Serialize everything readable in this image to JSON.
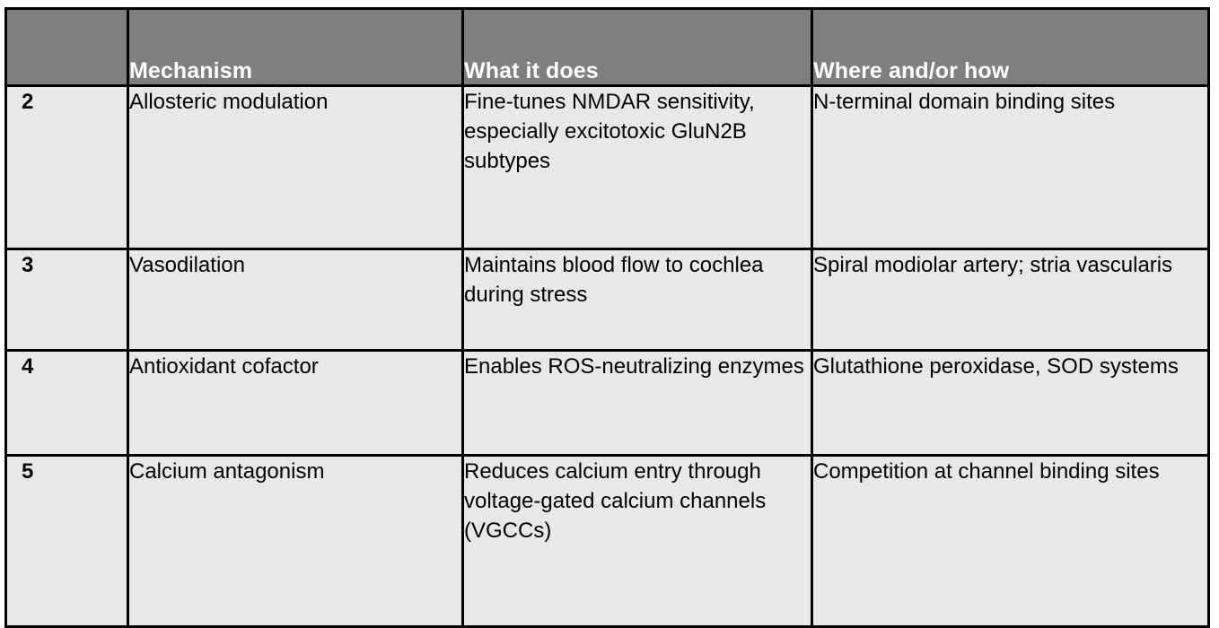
{
  "table": {
    "headers": {
      "num": "",
      "mechanism": "Mechanism",
      "what_it_does": "What it does",
      "where_and_or_how": "Where and/or how"
    },
    "rows": [
      {
        "num": "2",
        "mechanism": "Allosteric modulation",
        "what_it_does": "Fine-tunes NMDAR sensitivity, especially excitotoxic GluN2B subtypes",
        "where_and_or_how": "N-terminal domain binding sites"
      },
      {
        "num": "3",
        "mechanism": "Vasodilation",
        "what_it_does": "Maintains blood flow to cochlea during stress",
        "where_and_or_how": "Spiral modiolar artery; stria vascularis"
      },
      {
        "num": "4",
        "mechanism": "Antioxidant cofactor",
        "what_it_does": "Enables ROS-neutralizing enzymes",
        "where_and_or_how": "Glutathione peroxidase, SOD systems"
      },
      {
        "num": "5",
        "mechanism": "Calcium antagonism",
        "what_it_does": "Reduces calcium entry through voltage-gated calcium channels (VGCCs)",
        "where_and_or_how": "Competition at channel binding sites"
      }
    ]
  },
  "colors": {
    "header_background": "#7f7f7f",
    "header_text": "#ffffff",
    "cell_background": "#e8e8e8",
    "cell_text": "#000000",
    "border": "#000000",
    "page_background": "#ffffff"
  }
}
